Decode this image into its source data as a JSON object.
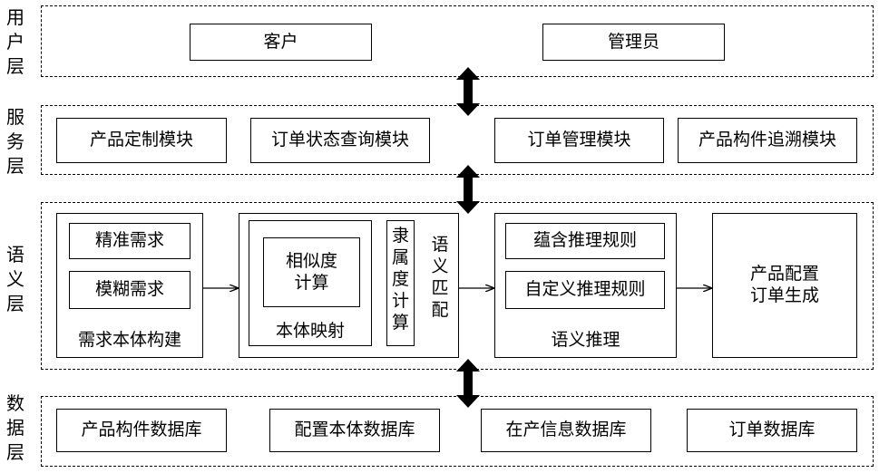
{
  "layers": {
    "user": {
      "label": [
        "用",
        "户",
        "层"
      ],
      "boxes": [
        "客户",
        "管理员"
      ]
    },
    "service": {
      "label": [
        "服",
        "务",
        "层"
      ],
      "boxes": [
        "产品定制模块",
        "订单状态查询模块",
        "订单管理模块",
        "产品构件追溯模块"
      ]
    },
    "semantic": {
      "label": [
        "语",
        "义",
        "层"
      ],
      "requirement": {
        "items": [
          "精准需求",
          "模糊需求"
        ],
        "caption": "需求本体构建"
      },
      "matching": {
        "similarity_lines": [
          "相似度",
          "计算"
        ],
        "mapping_caption": "本体映射",
        "membership_chars": [
          "隶",
          "属",
          "度",
          "计",
          "算"
        ],
        "side_chars": [
          "语",
          "义",
          "匹",
          "配"
        ]
      },
      "reasoning": {
        "items": [
          "蕴含推理规则",
          "自定义推理规则"
        ],
        "caption": "语义推理"
      },
      "output_lines": [
        "产品配置",
        "订单生成"
      ]
    },
    "data": {
      "label": [
        "数",
        "据",
        "层"
      ],
      "boxes": [
        "产品构件数据库",
        "配置本体数据库",
        "在产信息数据库",
        "订单数据库"
      ]
    }
  }
}
